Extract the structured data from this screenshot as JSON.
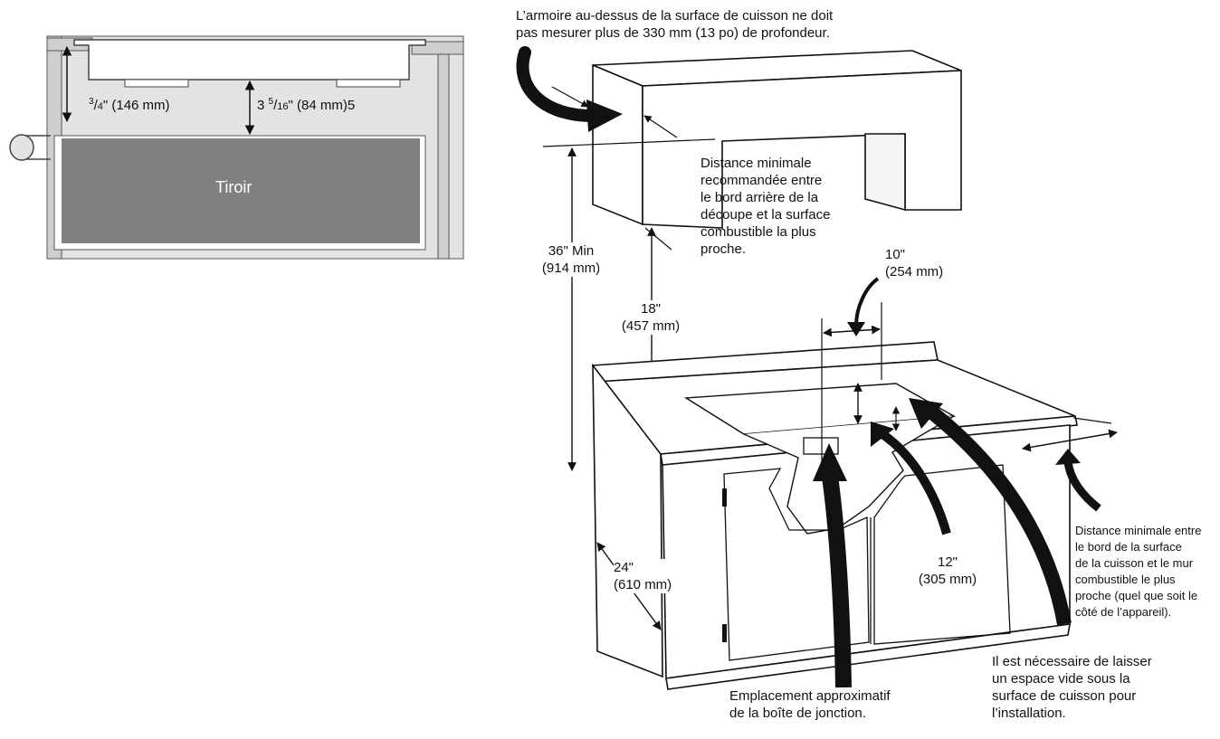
{
  "inset": {
    "gap_left": {
      "frac": "3",
      "den": "4",
      "rest": "\" (146 mm)"
    },
    "gap_right": {
      "whole": "3 ",
      "frac": "5",
      "den": "16",
      "rest": "\" (84 mm)5"
    },
    "drawer_label": "Tiroir"
  },
  "main": {
    "top_note": [
      "L’armoire au-dessus de la surface de cuisson ne doit",
      "pas mesurer plus de 330 mm (13 po) de profondeur."
    ],
    "rear_note": [
      "Distance minimale",
      "recommandée entre",
      "le bord arrière de la",
      "découpe et la surface",
      "combustible la plus",
      "proche."
    ],
    "dim_height": [
      "36\" Min",
      "(914 mm)"
    ],
    "dim_18": [
      "18\"",
      "(457 mm)"
    ],
    "dim_10": [
      "10\"",
      "(254 mm)"
    ],
    "dim_24": [
      "24\"",
      "(610 mm)"
    ],
    "dim_12": [
      "12\"",
      "(305 mm)"
    ],
    "side_note": [
      "Distance minimale entre",
      "le bord de la surface",
      "de la cuisson et le mur",
      "combustible le plus",
      "proche (quel que soit le",
      "côté de l’appareil)."
    ],
    "space_note": [
      "Il est nécessaire de laisser",
      "un espace vide sous la",
      "surface de cuisson pour",
      "l’installation."
    ],
    "junction_note": [
      "Emplacement approximatif",
      "de la boîte de jonction."
    ]
  },
  "colors": {
    "inset_bg": "#e3e3e3",
    "drawer": "#808080",
    "line": "#111111"
  }
}
